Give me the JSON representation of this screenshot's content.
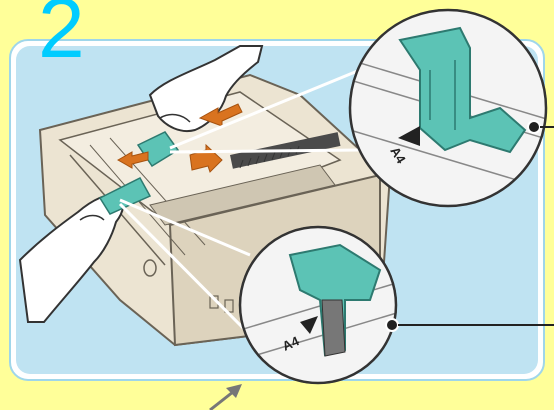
{
  "step": {
    "number": "2"
  },
  "callouts": {
    "upper": {
      "scale_label": "A4"
    },
    "lower": {
      "scale_label": "A4"
    }
  },
  "colors": {
    "page_background": "#ffff99",
    "panel_background": "#bfe3f2",
    "step_number": "#00ccff",
    "guide": "#5cc3b5",
    "arrow": "#d9731f",
    "tray": "#ece4d2"
  },
  "icons": [
    "hand-icon",
    "arrow-icon",
    "paper-guide-icon",
    "leader-arrow-icon"
  ]
}
